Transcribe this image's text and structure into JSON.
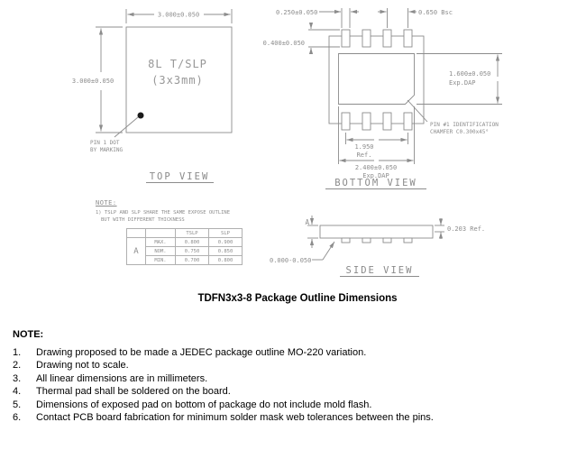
{
  "title": "TDFN3x3-8 Package Outline Dimensions",
  "top_view": {
    "label": "TOP VIEW",
    "dim_width": "3.000±0.050",
    "dim_height": "3.000±0.050",
    "chip_line1": "8L T/SLP",
    "chip_line2": "(3x3mm)",
    "pin1_line1": "PIN 1 DOT",
    "pin1_line2": "BY MARKING"
  },
  "bottom_view": {
    "label": "BOTTOM VIEW",
    "dim_pad_width": "0.250±0.050",
    "dim_pitch": "0.650 Bsc",
    "dim_pad_length": "0.400±0.050",
    "dim_dap_height": "1.600±0.050",
    "dim_dap_height_sub": "Exp.DAP",
    "dim_span": "1.950",
    "dim_span_sub": "Ref.",
    "dim_dap_width": "2.400±0.050",
    "dim_dap_width_sub": "Exp.DAP",
    "chamfer_line1": "PIN #1 IDENTIFICATION",
    "chamfer_line2": "CHAMFER C0.300x45°"
  },
  "side_view": {
    "label": "SIDE VIEW",
    "dim_a": "A",
    "dim_thickness": "0.203 Ref.",
    "dim_standoff": "0.000-0.050"
  },
  "note_block": {
    "heading": "NOTE:",
    "line1": "1) TSLP AND SLP SHARE THE SAME EXPOSE OUTLINE",
    "line2": "BUT WITH DIFFERENT THICKNESS",
    "table": {
      "row_label": "A",
      "col_tslp": "TSLP",
      "col_slp": "SLP",
      "rows": [
        {
          "name": "MAX.",
          "tslp": "0.800",
          "slp": "0.900"
        },
        {
          "name": "NOM.",
          "tslp": "0.750",
          "slp": "0.850"
        },
        {
          "name": "MIN.",
          "tslp": "0.700",
          "slp": "0.800"
        }
      ]
    }
  },
  "notes": {
    "heading": "NOTE:",
    "items": [
      {
        "num": "1.",
        "text": "Drawing proposed to be made a JEDEC package outline MO-220 variation."
      },
      {
        "num": "2.",
        "text": "Drawing not to scale."
      },
      {
        "num": "3.",
        "text": "All linear dimensions are in millimeters."
      },
      {
        "num": "4.",
        "text": "Thermal pad shall be soldered on the board."
      },
      {
        "num": "5.",
        "text": "Dimensions of exposed pad on bottom of package do not include mold flash."
      },
      {
        "num": "6.",
        "text": "Contact PCB board fabrication for minimum solder mask web tolerances between the pins."
      }
    ]
  }
}
